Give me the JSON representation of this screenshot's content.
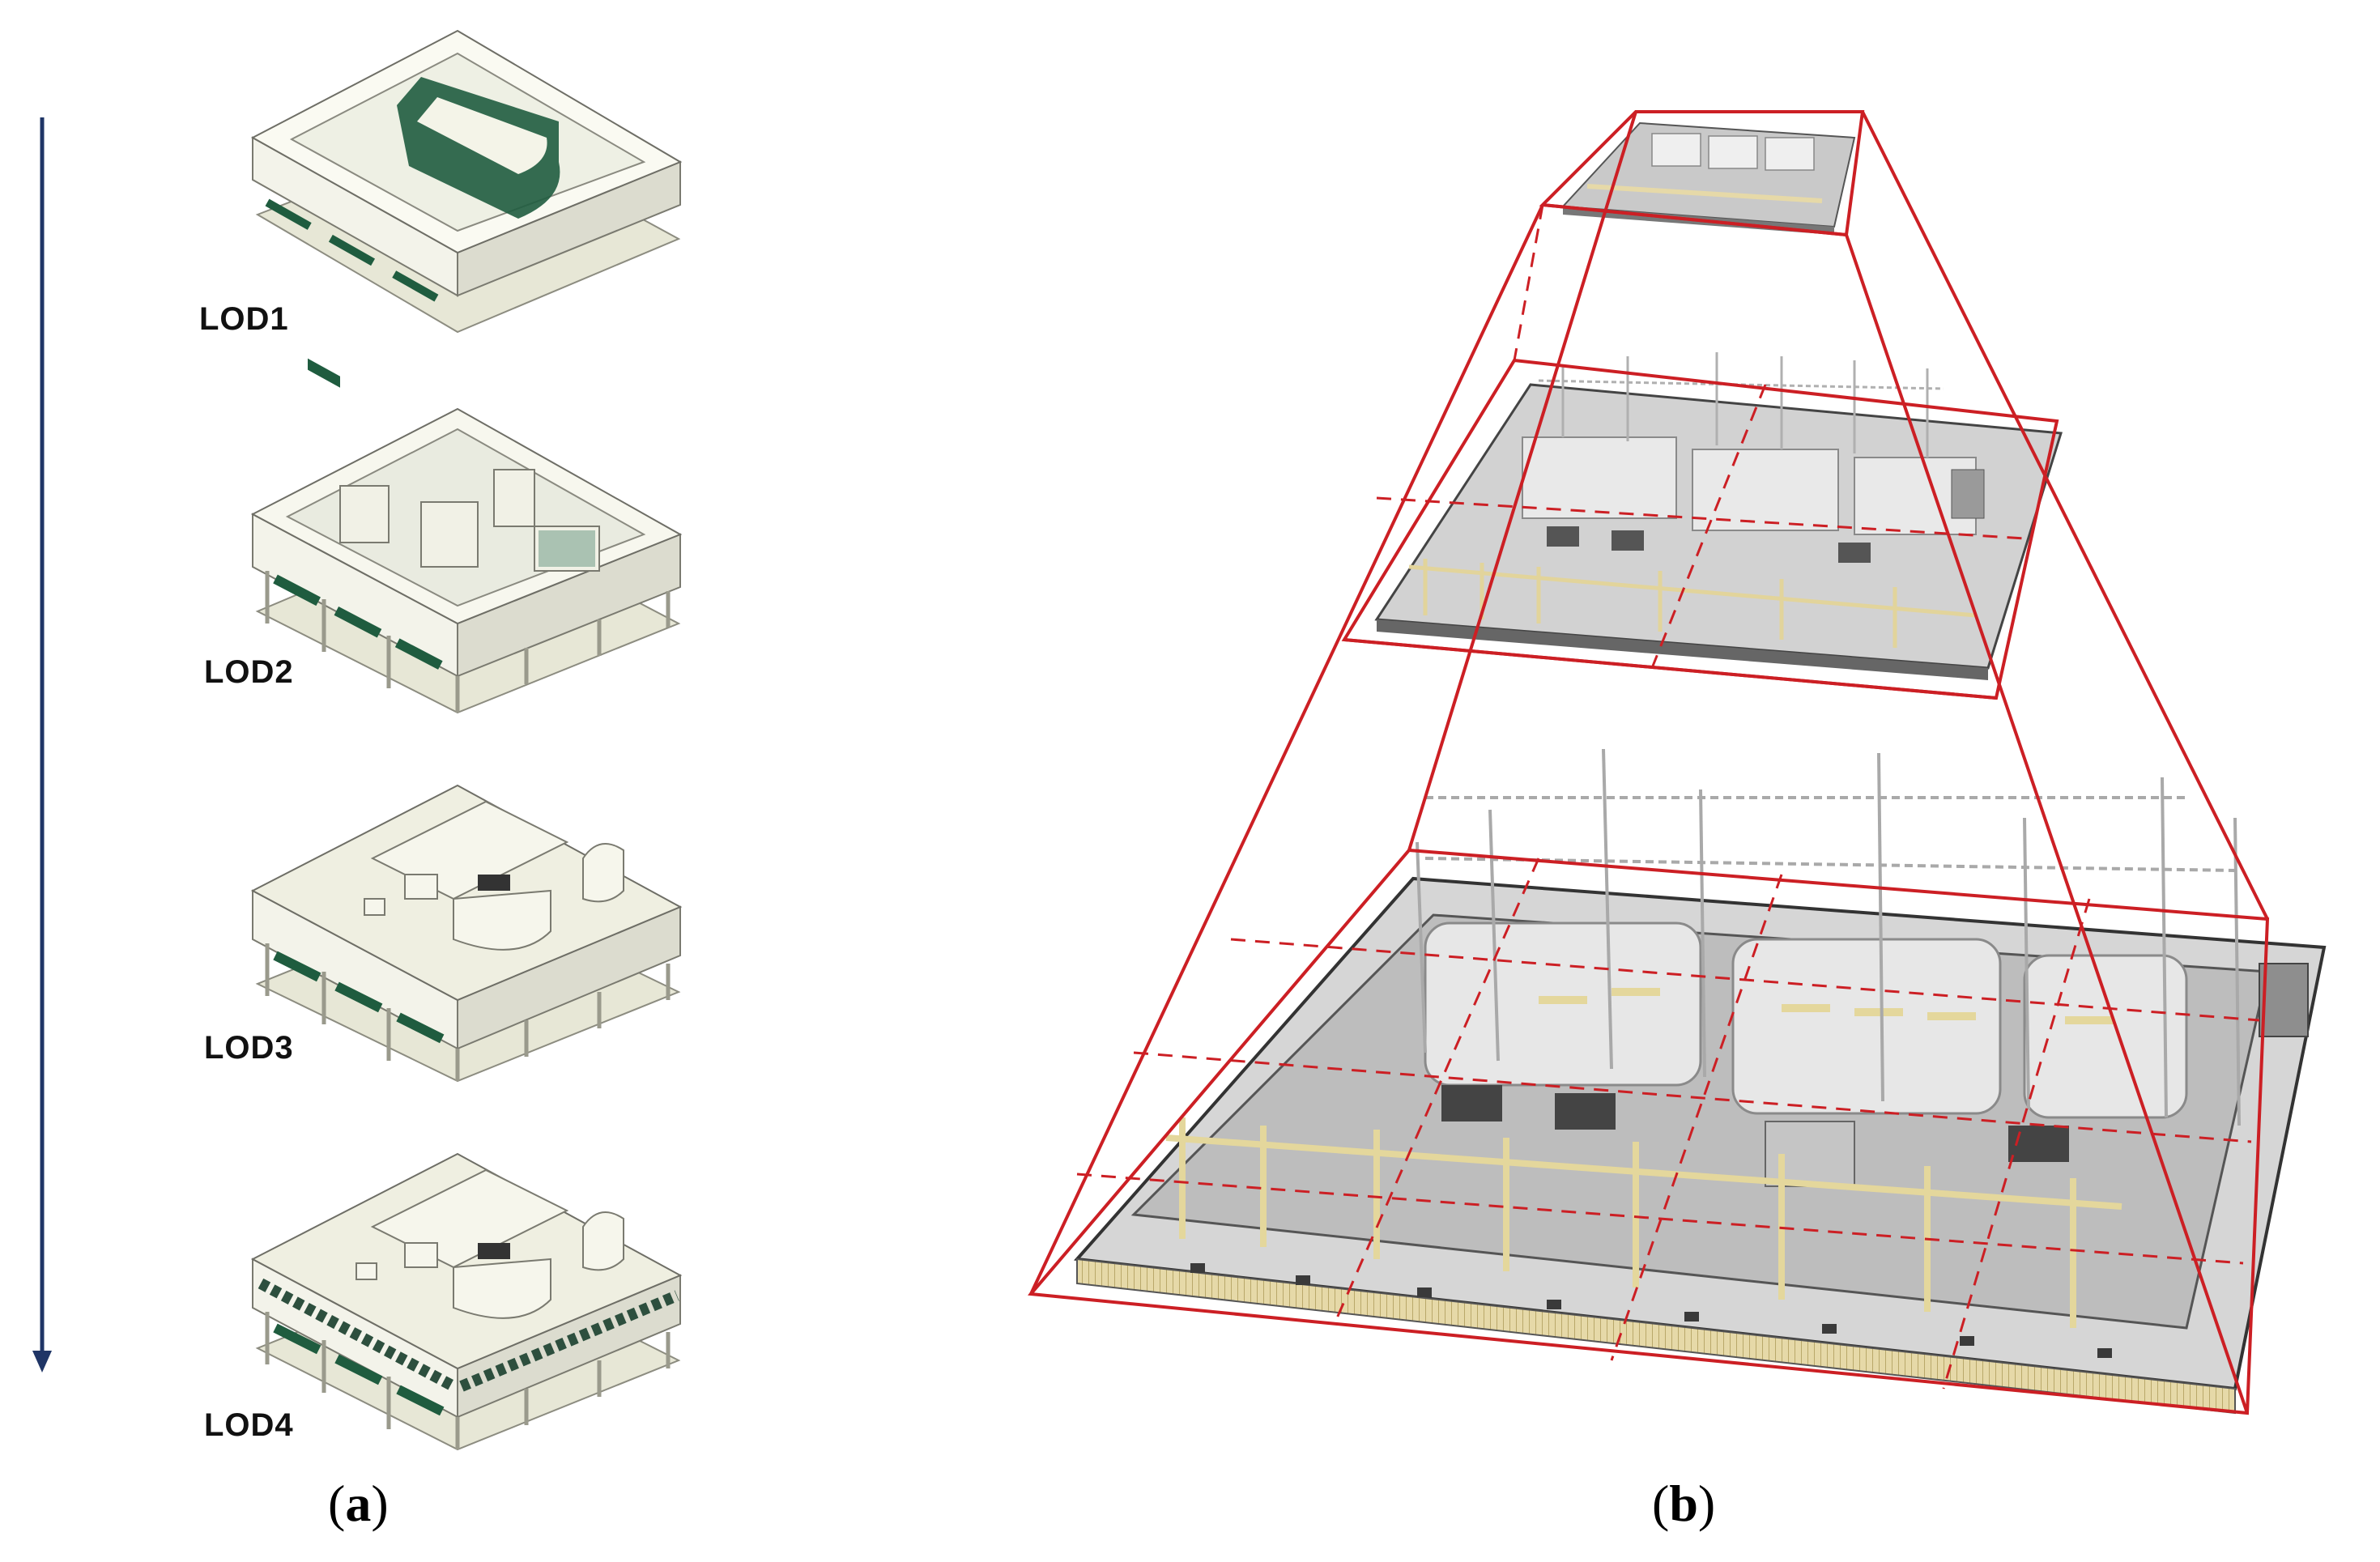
{
  "panel_a": {
    "label_open": "(",
    "label_letter": "a",
    "label_close": ")",
    "levels": [
      {
        "label": "LOD1"
      },
      {
        "label": "LOD2"
      },
      {
        "label": "LOD3"
      },
      {
        "label": "LOD4"
      }
    ],
    "arrow_color": "#1f3566",
    "accent_color": "#1f5c3f"
  },
  "panel_b": {
    "label_open": "(",
    "label_letter": "b",
    "label_close": ")",
    "frame_color": "#cc1f24",
    "levels": 3
  }
}
